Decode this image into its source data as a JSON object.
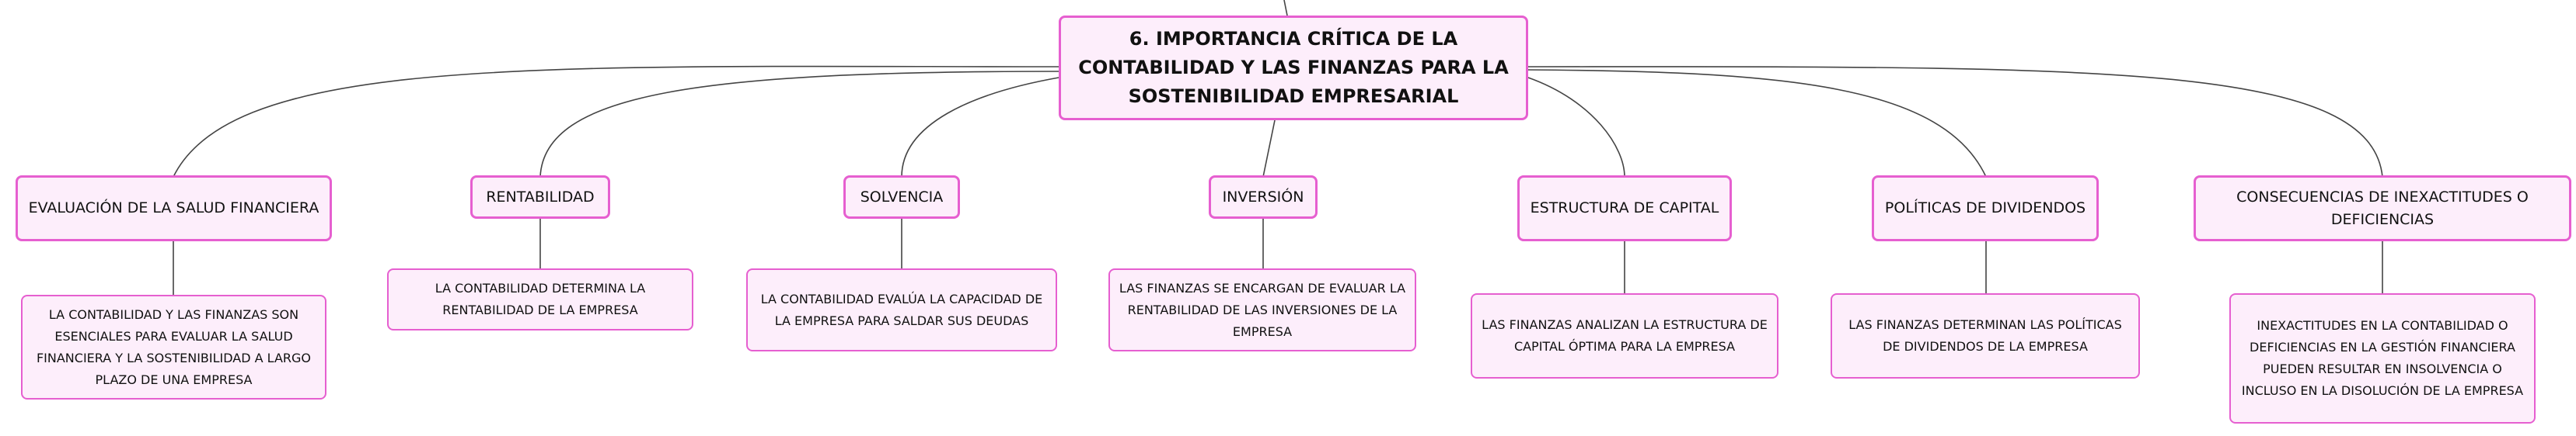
{
  "central": {
    "title": "6. IMPORTANCIA CRÍTICA DE LA CONTABILIDAD Y LAS FINANZAS PARA LA SOSTENIBILIDAD EMPRESARIAL"
  },
  "branches": [
    {
      "topic": "EVALUACIÓN DE LA SALUD FINANCIERA",
      "detail": "LA CONTABILIDAD Y LAS FINANZAS SON ESENCIALES PARA EVALUAR LA SALUD FINANCIERA Y LA SOSTENIBILIDAD A LARGO PLAZO DE UNA EMPRESA"
    },
    {
      "topic": "RENTABILIDAD",
      "detail": "LA CONTABILIDAD DETERMINA LA RENTABILIDAD DE LA EMPRESA"
    },
    {
      "topic": "SOLVENCIA",
      "detail": "LA CONTABILIDAD EVALÚA LA CAPACIDAD DE LA EMPRESA PARA SALDAR SUS DEUDAS"
    },
    {
      "topic": "INVERSIÓN",
      "detail": "LAS FINANZAS SE ENCARGAN DE EVALUAR LA RENTABILIDAD DE LAS INVERSIONES DE LA EMPRESA"
    },
    {
      "topic": "ESTRUCTURA DE CAPITAL",
      "detail": "LAS FINANZAS ANALIZAN LA ESTRUCTURA DE CAPITAL ÓPTIMA PARA LA EMPRESA"
    },
    {
      "topic": "POLÍTICAS DE DIVIDENDOS",
      "detail": "LAS FINANZAS DETERMINAN LAS POLÍTICAS DE DIVIDENDOS DE LA EMPRESA"
    },
    {
      "topic": "CONSECUENCIAS DE INEXACTITUDES O DEFICIENCIAS",
      "detail": "INEXACTITUDES EN LA CONTABILIDAD O DEFICIENCIAS EN LA GESTIÓN FINANCIERA PUEDEN RESULTAR EN INSOLVENCIA O INCLUSO EN LA DISOLUCIÓN DE LA EMPRESA"
    }
  ],
  "colors": {
    "node_fill": "#fdeefb",
    "node_border": "#e65fd0",
    "connector": "#444444"
  }
}
